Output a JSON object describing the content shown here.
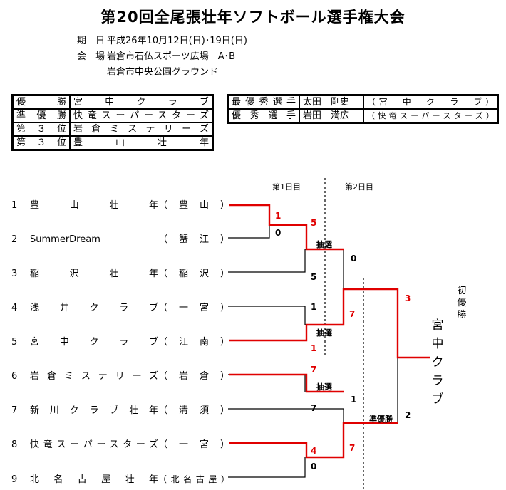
{
  "title": "第20回全尾張壮年ソフトボール選手権大会",
  "info": {
    "date_label": "期　日",
    "date_value": "平成26年10月12日(日)･19日(日)",
    "venue_label": "会　場",
    "venue_value1": "岩倉市石仏スポーツ広場　A･B",
    "venue_value2": "岩倉市中央公園グラウンド"
  },
  "results": [
    {
      "label": "優　　勝",
      "team": "宮　中　ク　ラ　ブ"
    },
    {
      "label": "準優勝",
      "team": "快竜スーパースターズ"
    },
    {
      "label": "第３位",
      "team": "岩倉ミステリーズ"
    },
    {
      "label": "第３位",
      "team": "豊　　山　　壮　　年"
    }
  ],
  "awards": [
    {
      "label": "最優秀選手",
      "name": "太田　剛史",
      "team": "（宮　中　ク　ラ　ブ）"
    },
    {
      "label": "優秀選手",
      "name": "岩田　満広",
      "team": "（快竜スーパースターズ）"
    }
  ],
  "days": {
    "day1": "第1日目",
    "day2": "第2日目"
  },
  "entries": [
    {
      "no": "1",
      "team": "豊山壮年",
      "pref": "（豊山）"
    },
    {
      "no": "2",
      "team": "SummerDream",
      "pref": "（蟹江）"
    },
    {
      "no": "3",
      "team": "稲沢壮年",
      "pref": "（稲沢）"
    },
    {
      "no": "4",
      "team": "浅井クラブ",
      "pref": "（一宮）"
    },
    {
      "no": "5",
      "team": "宮中クラブ",
      "pref": "（江南）"
    },
    {
      "no": "6",
      "team": "岩倉ミステリーズ",
      "pref": "（岩倉）"
    },
    {
      "no": "7",
      "team": "新川クラブ壮年",
      "pref": "（清須）"
    },
    {
      "no": "8",
      "team": "快竜スーパースターズ",
      "pref": "（一宮）"
    },
    {
      "no": "9",
      "team": "北名古屋壮年",
      "pref": "（北名古屋）"
    }
  ],
  "scores": {
    "r1_top": "1",
    "r1_bot": "0",
    "g1_top": "5",
    "g1_bot": "5",
    "g2_top": "1",
    "g2_mid": "7",
    "g2_bot": "1",
    "g3_top": "7",
    "g3_bot": "7",
    "g4_top": "4",
    "g4_bot": "0",
    "sf1_top": "0",
    "sf2_top": "7",
    "sf3_top": "1",
    "f_top": "3",
    "f_bot": "2"
  },
  "tags": {
    "lottery": "抽選",
    "runner_up": "準優勝"
  },
  "champion": {
    "team": "宮中クラブ",
    "label": "初優勝"
  },
  "colors": {
    "win": "#e00000",
    "line": "#000000"
  }
}
